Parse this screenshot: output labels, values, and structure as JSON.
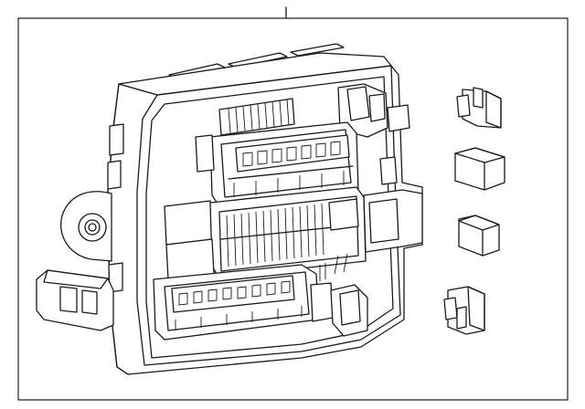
{
  "diagram": {
    "callout_labels": [],
    "parts": [
      {
        "name": "body-control-module"
      },
      {
        "name": "relay-1"
      },
      {
        "name": "relay-2"
      },
      {
        "name": "relay-3"
      },
      {
        "name": "relay-4"
      }
    ],
    "colors": {
      "line": "#1a1a1a",
      "background": "#ffffff",
      "frame": "#222222"
    }
  }
}
